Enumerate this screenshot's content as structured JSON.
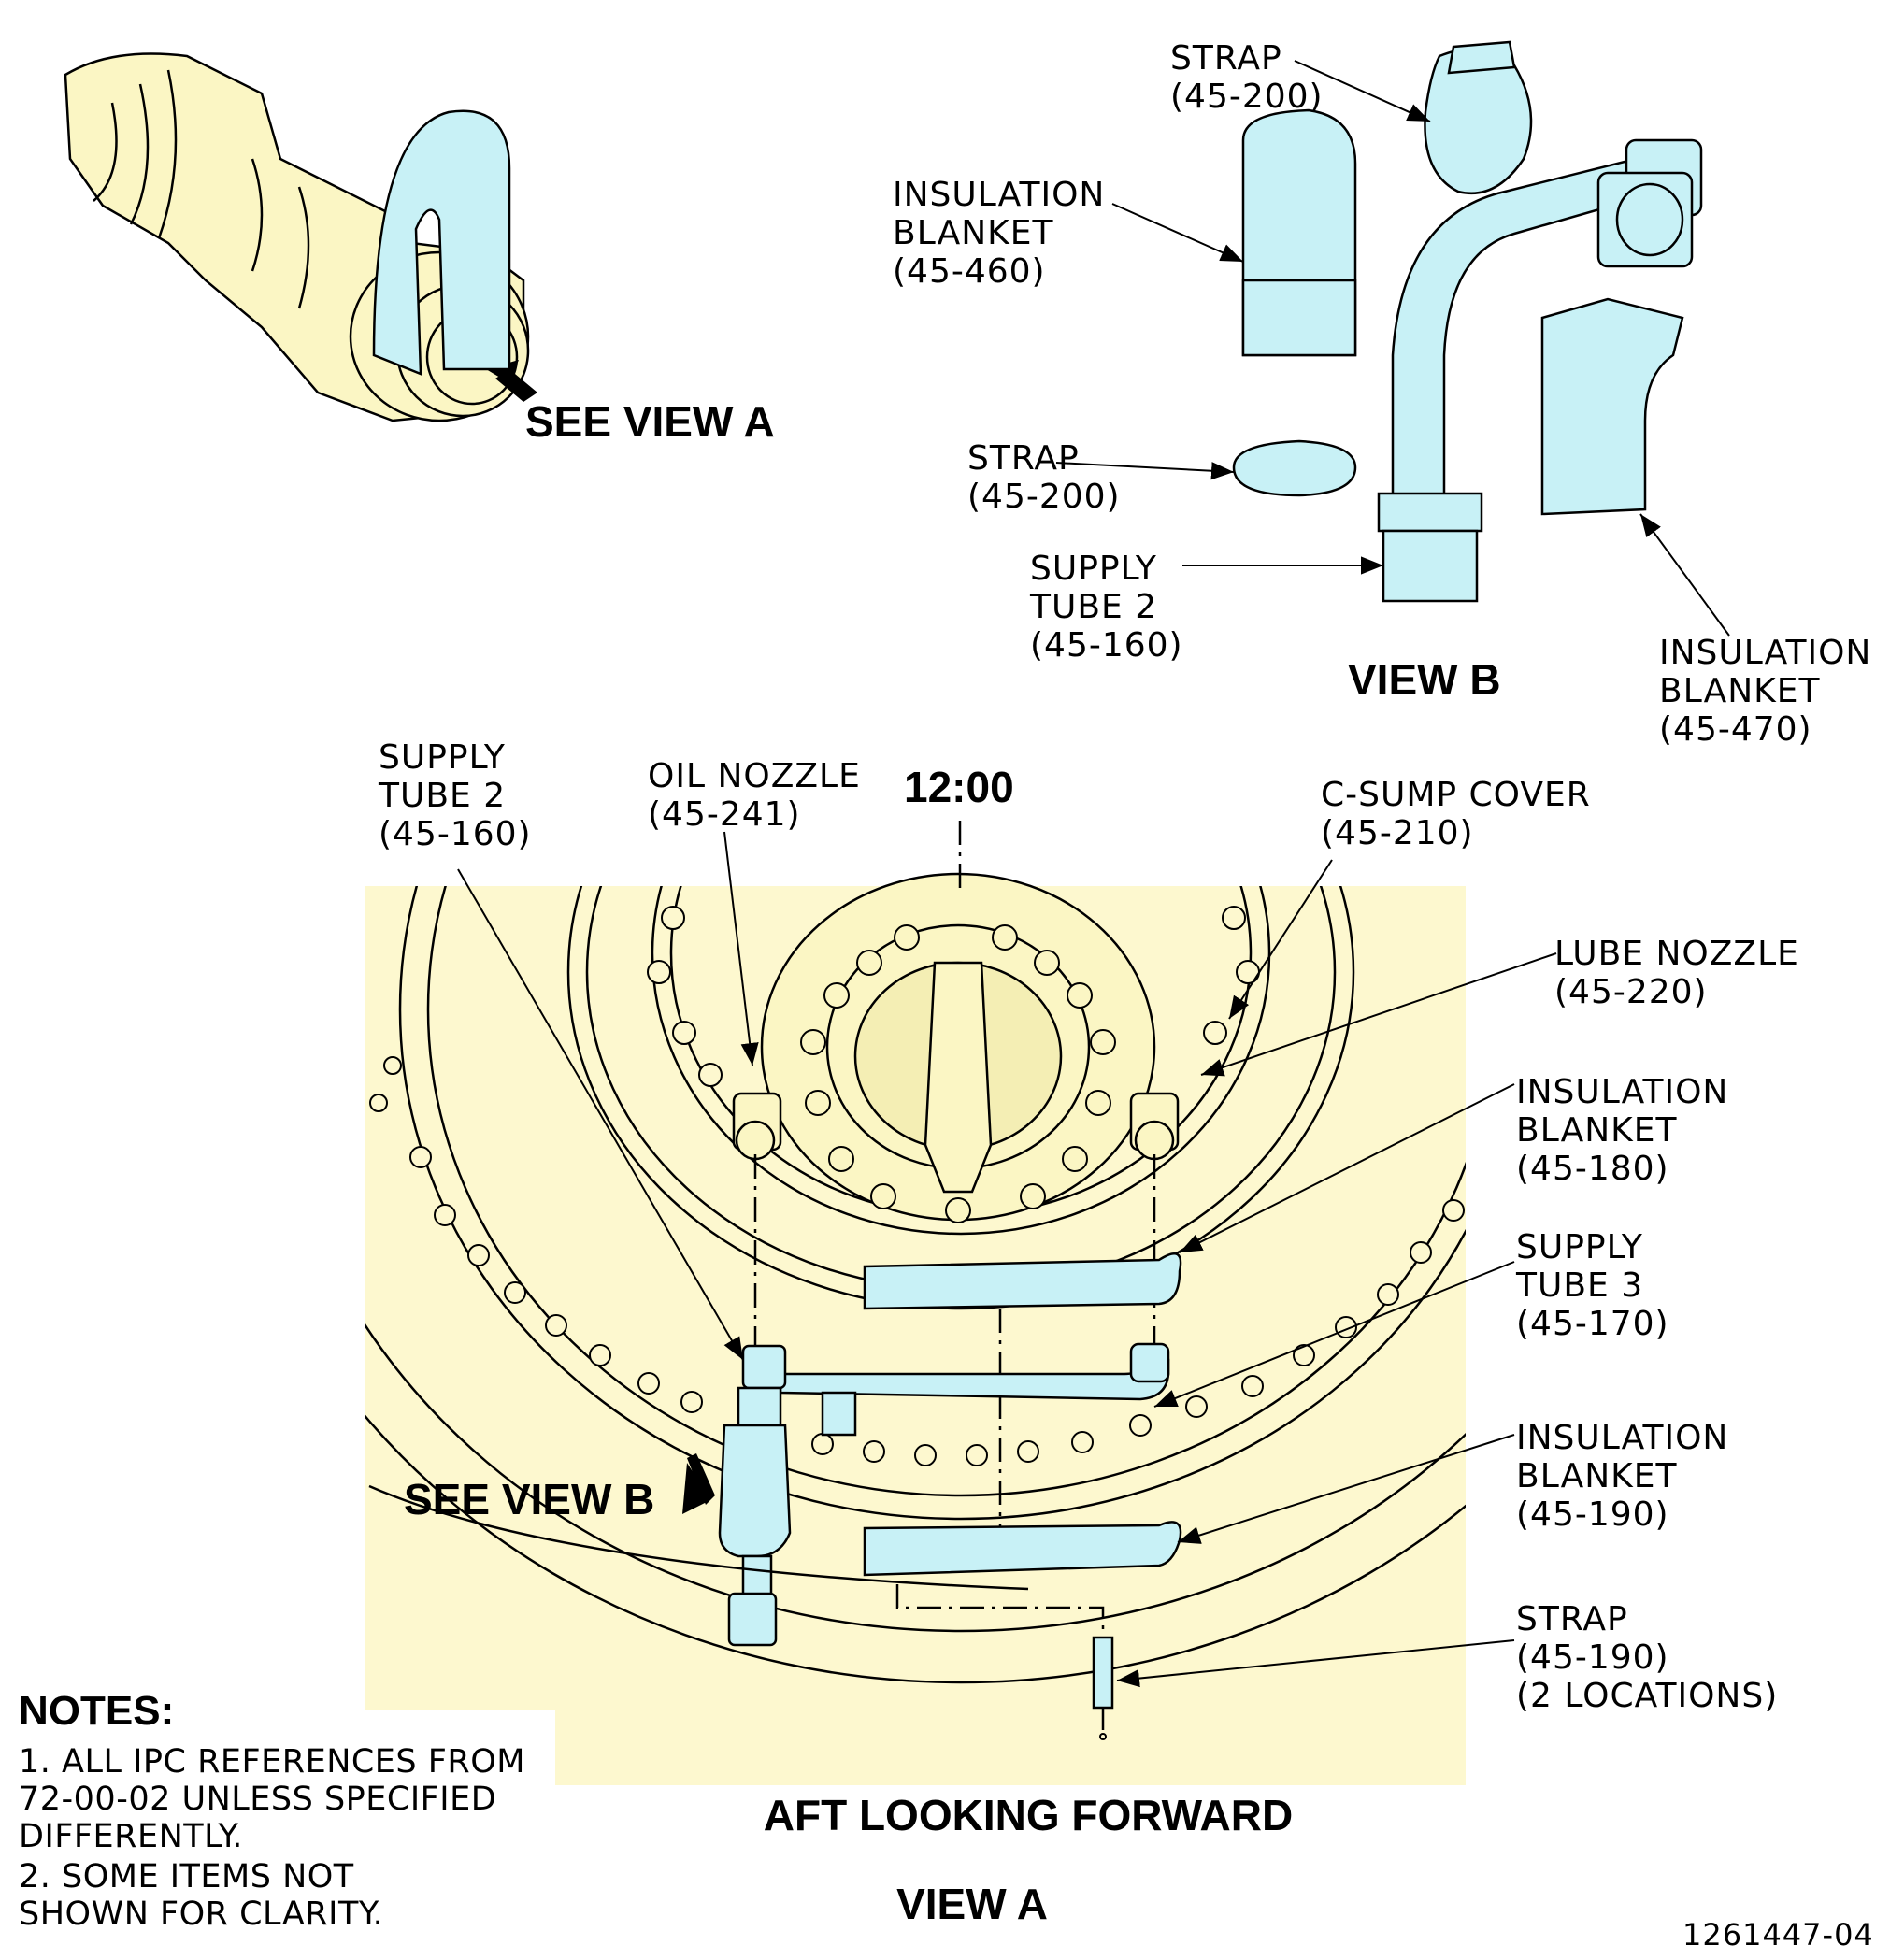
{
  "figure_id": "1261447-04",
  "callouts": {
    "see_view_a": "SEE VIEW A",
    "see_view_b": "SEE VIEW B",
    "clock": "12:00"
  },
  "view_b": {
    "title": "VIEW B",
    "strap_top": "STRAP\n(45-200)",
    "insulation_460": "INSULATION\nBLANKET\n(45-460)",
    "strap_mid": "STRAP\n(45-200)",
    "supply_tube_2": "SUPPLY\nTUBE 2\n(45-160)",
    "insulation_470": "INSULATION\nBLANKET\n(45-470)"
  },
  "view_a": {
    "title_line1": "AFT LOOKING FORWARD",
    "title_line2": "VIEW A",
    "supply_tube_2": "SUPPLY\nTUBE 2\n(45-160)",
    "oil_nozzle": "OIL NOZZLE\n(45-241)",
    "c_sump_cover": "C-SUMP COVER\n(45-210)",
    "lube_nozzle": "LUBE NOZZLE\n(45-220)",
    "insulation_180": "INSULATION\nBLANKET\n(45-180)",
    "supply_tube_3": "SUPPLY\nTUBE 3\n(45-170)",
    "insulation_190": "INSULATION\nBLANKET\n(45-190)",
    "strap_190": "STRAP\n(45-190)\n(2 LOCATIONS)"
  },
  "notes": {
    "heading": "NOTES:",
    "items": [
      "1. ALL IPC REFERENCES FROM\n    72-00-02 UNLESS SPECIFIED\n    DIFFERENTLY.",
      "2. SOME ITEMS NOT\n    SHOWN FOR CLARITY."
    ]
  },
  "colors": {
    "background_panel": "#fdf8cf",
    "engine_part": "#fbf6c4",
    "tube_part": "#c8f1f6",
    "line": "#000000"
  }
}
